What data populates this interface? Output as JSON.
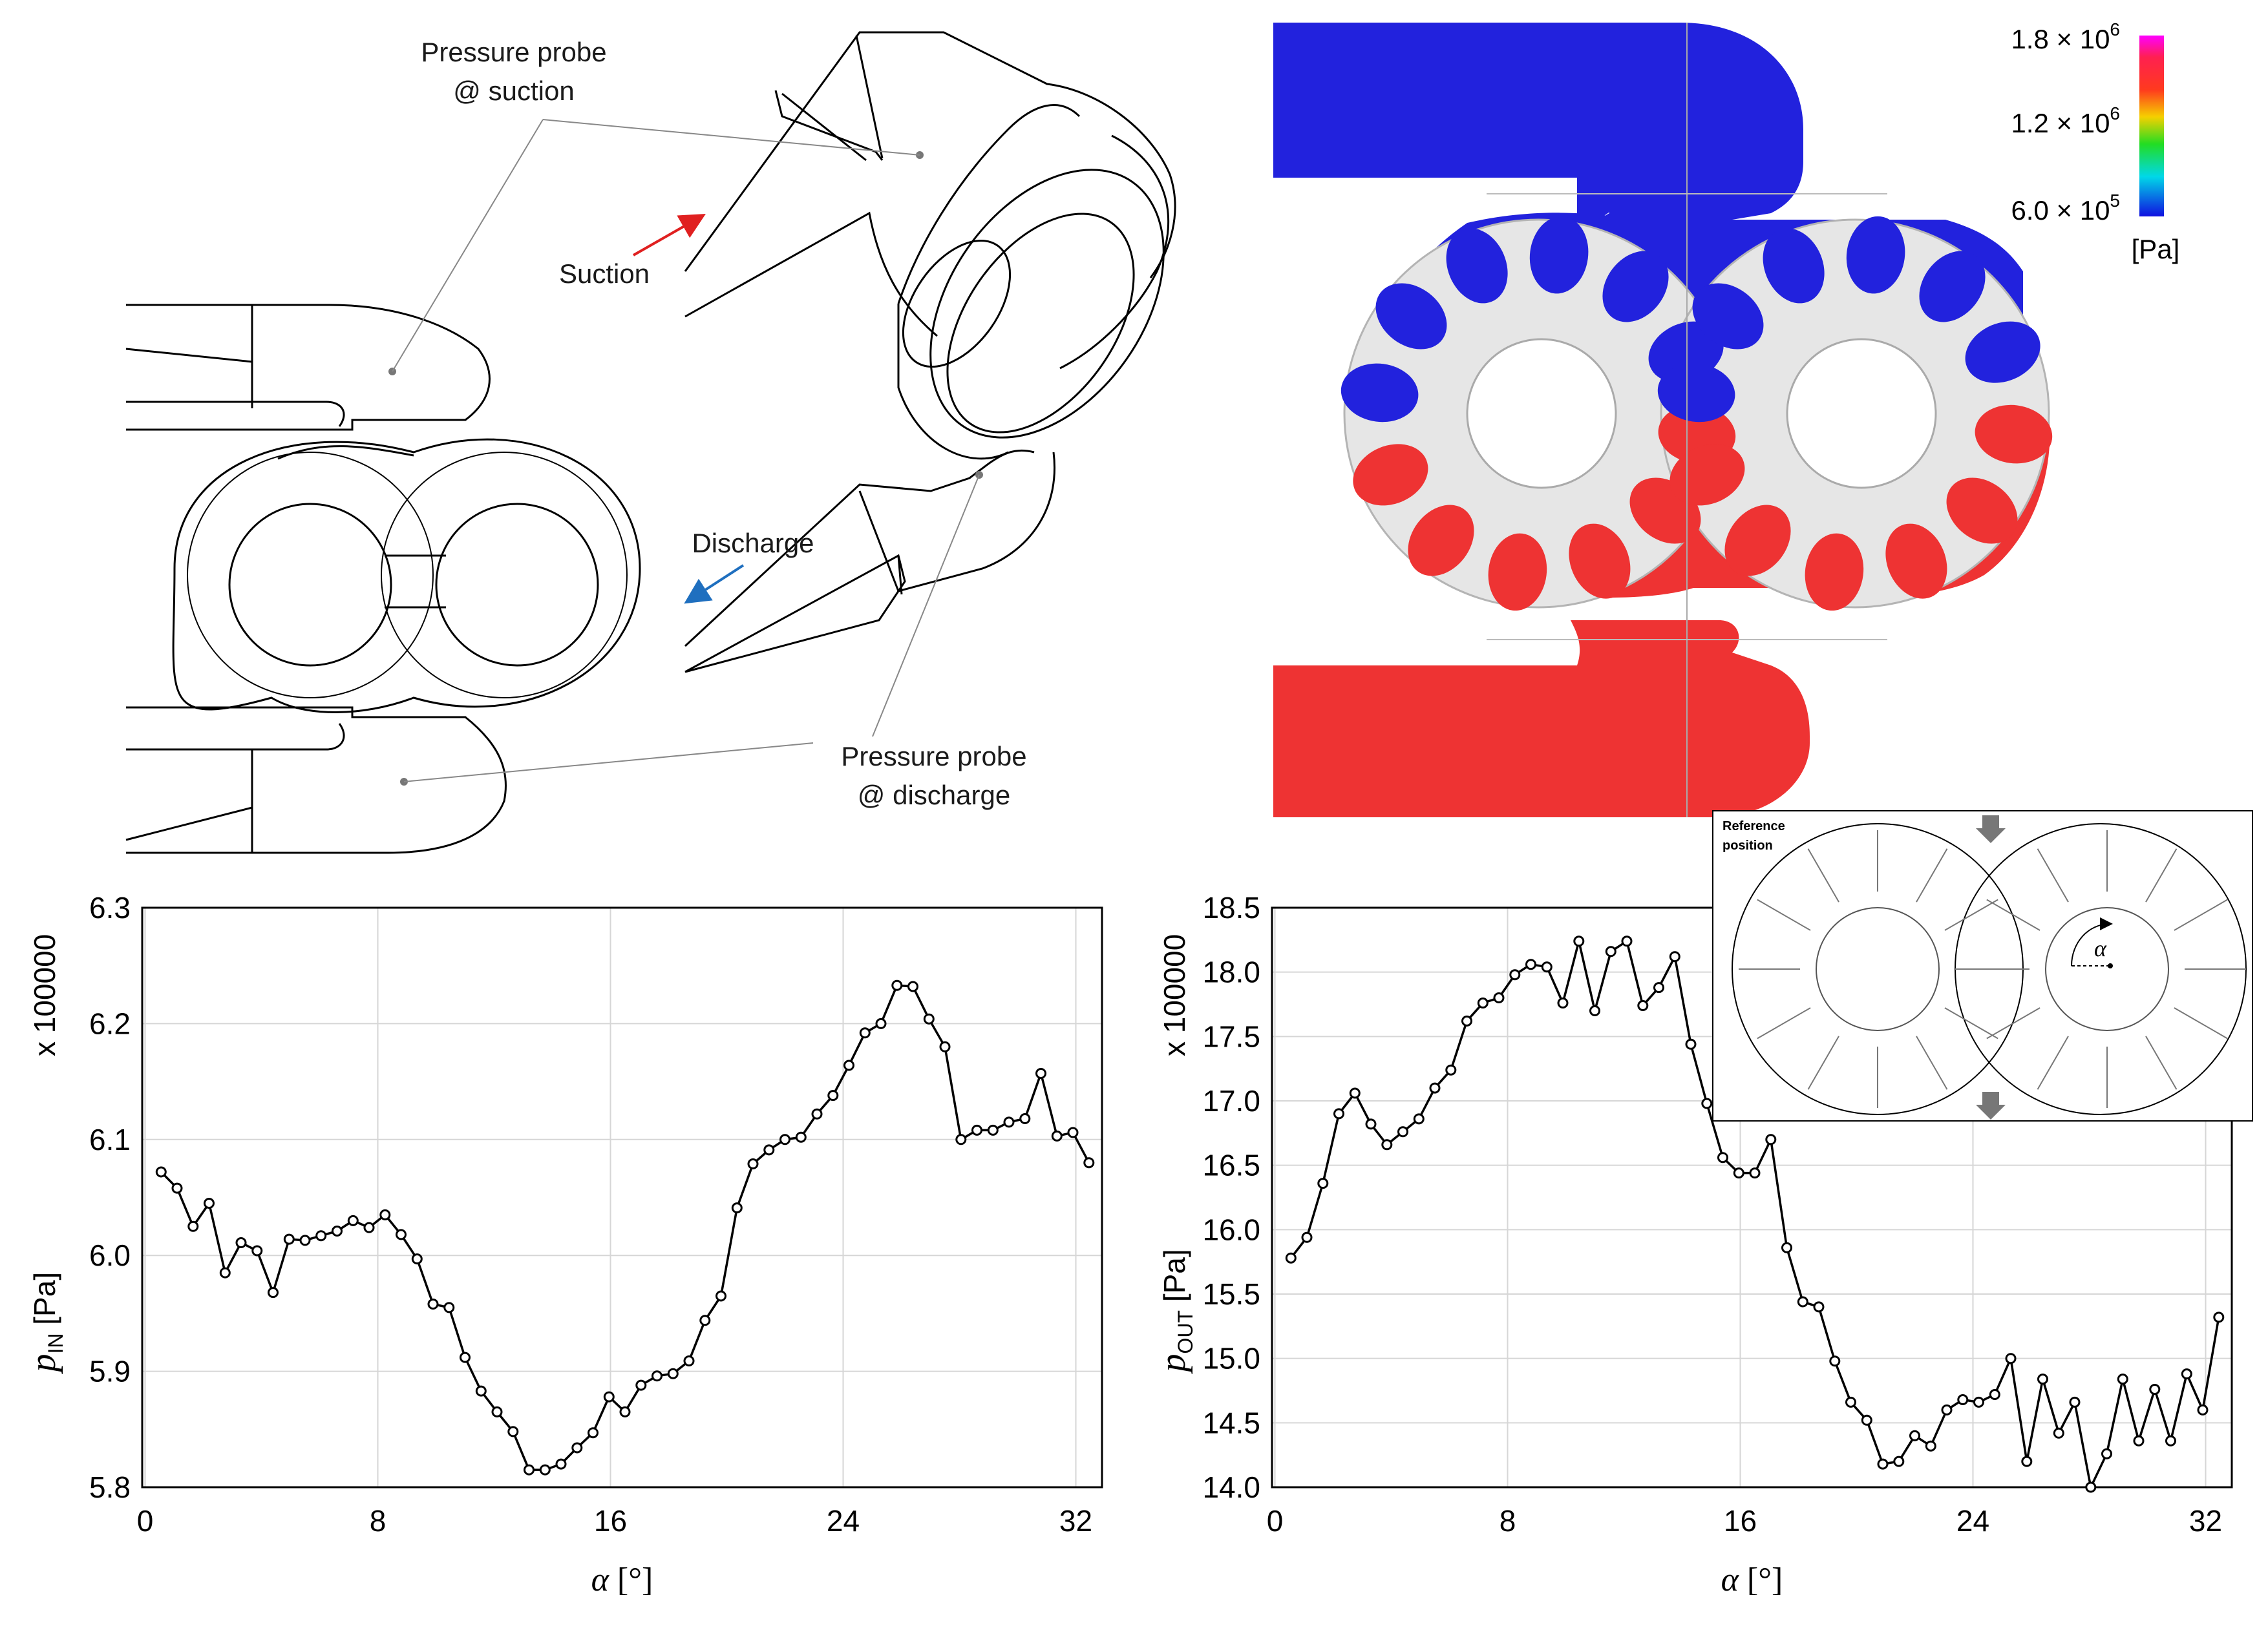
{
  "annotations": {
    "probe_suction": [
      "Pressure probe",
      "@ suction"
    ],
    "probe_discharge": [
      "Pressure probe",
      "@ discharge"
    ],
    "suction": "Suction",
    "discharge": "Discharge"
  },
  "legend": {
    "ticks": [
      {
        "mantissa": "1.8 × 10",
        "exp": "6"
      },
      {
        "mantissa": "1.2 × 10",
        "exp": "6"
      },
      {
        "mantissa": "6.0 × 10",
        "exp": "5"
      }
    ],
    "unit": "[Pa]"
  },
  "inset": {
    "label1": "Reference",
    "label2": "position",
    "alpha": "α"
  },
  "colors": {
    "low": "#2222dd",
    "high": "#ee3333",
    "cyan": "#00e5ee",
    "yellow": "#f5f500",
    "green": "#22dd22",
    "suction_arrow": "#e02020",
    "discharge_arrow": "#1f6fbf"
  },
  "chart_data": [
    {
      "type": "line",
      "xlabel": "α [°]",
      "ylabel_main": "p",
      "ylabel_sub": "IN",
      "ylabel_unit": " [Pa]",
      "multiplier": "x 100000",
      "xlim": [
        -0.1,
        32.9
      ],
      "ylim": [
        5.8,
        6.3
      ],
      "xticks": [
        0,
        8,
        16,
        24,
        32
      ],
      "yticks": [
        5.8,
        5.9,
        6.0,
        6.1,
        6.2,
        6.3
      ],
      "ytick_labels": [
        "5.8",
        "5.9",
        "6.0",
        "6.1",
        "6.2",
        "6.3"
      ],
      "x": [
        0.55,
        1.1,
        1.65,
        2.2,
        2.75,
        3.3,
        3.85,
        4.4,
        4.95,
        5.5,
        6.05,
        6.6,
        7.15,
        7.7,
        8.25,
        8.8,
        9.35,
        9.9,
        10.45,
        11.0,
        11.55,
        12.1,
        12.65,
        13.2,
        13.75,
        14.3,
        14.85,
        15.4,
        15.95,
        16.5,
        17.05,
        17.6,
        18.15,
        18.7,
        19.25,
        19.8,
        20.35,
        20.9,
        21.45,
        22.0,
        22.55,
        23.1,
        23.65,
        24.2,
        24.75,
        25.3,
        25.85,
        26.4,
        26.95,
        27.5,
        28.05,
        28.6,
        29.15,
        29.7,
        30.25,
        30.8,
        31.35,
        31.9,
        32.45
      ],
      "y": [
        6.072,
        6.058,
        6.025,
        6.045,
        5.985,
        6.011,
        6.004,
        5.968,
        6.014,
        6.013,
        6.017,
        6.021,
        6.03,
        6.024,
        6.035,
        6.018,
        5.997,
        5.958,
        5.955,
        5.912,
        5.883,
        5.865,
        5.848,
        5.815,
        5.815,
        5.82,
        5.834,
        5.847,
        5.878,
        5.865,
        5.888,
        5.896,
        5.898,
        5.909,
        5.944,
        5.965,
        6.041,
        6.079,
        6.091,
        6.1,
        6.102,
        6.122,
        6.138,
        6.164,
        6.192,
        6.2,
        6.233,
        6.232,
        6.204,
        6.18,
        6.1,
        6.108,
        6.108,
        6.115,
        6.118,
        6.157,
        6.103,
        6.106,
        6.08
      ]
    },
    {
      "type": "line",
      "xlabel": "α [°]",
      "ylabel_main": "p",
      "ylabel_sub": "OUT",
      "ylabel_unit": " [Pa]",
      "multiplier": "x 100000",
      "xlim": [
        -0.1,
        32.9
      ],
      "ylim": [
        14.0,
        18.5
      ],
      "xticks": [
        0,
        8,
        16,
        24,
        32
      ],
      "yticks": [
        14.0,
        14.5,
        15.0,
        15.5,
        16.0,
        16.5,
        17.0,
        17.5,
        18.0,
        18.5
      ],
      "ytick_labels": [
        "14.0",
        "14.5",
        "15.0",
        "15.5",
        "16.0",
        "16.5",
        "17.0",
        "17.5",
        "18.0",
        "18.5"
      ],
      "x": [
        0.55,
        1.1,
        1.65,
        2.2,
        2.75,
        3.3,
        3.85,
        4.4,
        4.95,
        5.5,
        6.05,
        6.6,
        7.15,
        7.7,
        8.25,
        8.8,
        9.35,
        9.9,
        10.45,
        11.0,
        11.55,
        12.1,
        12.65,
        13.2,
        13.75,
        14.3,
        14.85,
        15.4,
        15.95,
        16.5,
        17.05,
        17.6,
        18.15,
        18.7,
        19.25,
        19.8,
        20.35,
        20.9,
        21.45,
        22.0,
        22.55,
        23.1,
        23.65,
        24.2,
        24.75,
        25.3,
        25.85,
        26.4,
        26.95,
        27.5,
        28.05,
        28.6,
        29.15,
        29.7,
        30.25,
        30.8,
        31.35,
        31.9,
        32.45
      ],
      "y": [
        15.78,
        15.94,
        16.36,
        16.9,
        17.06,
        16.82,
        16.66,
        16.76,
        16.86,
        17.1,
        17.24,
        17.62,
        17.76,
        17.8,
        17.98,
        18.06,
        18.04,
        17.76,
        18.24,
        17.7,
        18.16,
        18.24,
        17.74,
        17.88,
        18.12,
        17.44,
        16.98,
        16.56,
        16.44,
        16.44,
        16.7,
        15.86,
        15.44,
        15.4,
        14.98,
        14.66,
        14.52,
        14.18,
        14.2,
        14.4,
        14.32,
        14.6,
        14.68,
        14.66,
        14.72,
        15.0,
        14.2,
        14.84,
        14.42,
        14.66,
        14.0,
        14.26,
        14.84,
        14.36,
        14.76,
        14.36,
        14.88,
        14.6,
        15.32
      ]
    }
  ]
}
